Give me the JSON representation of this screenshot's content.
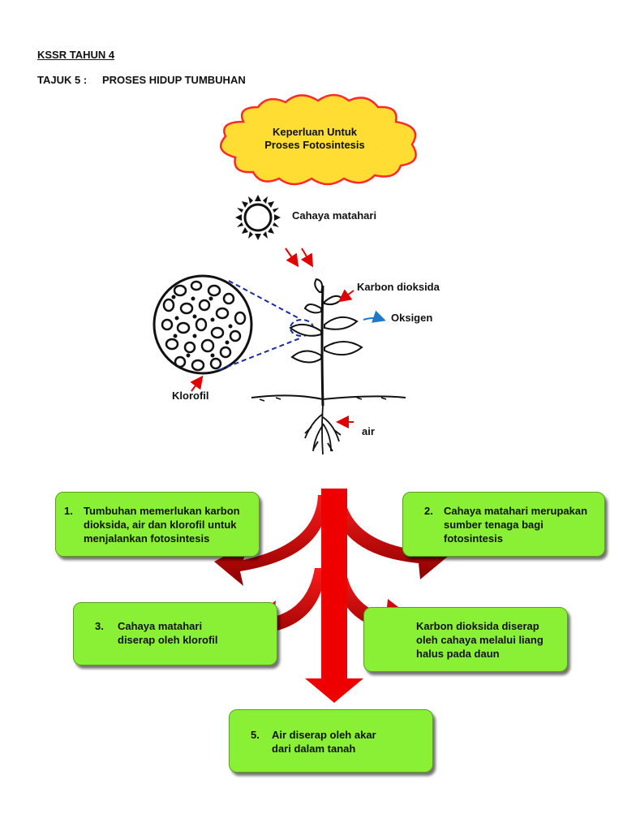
{
  "header": {
    "kssr": "KSSR TAHUN 4",
    "tajuk_label": "TAJUK 5 :",
    "tajuk_title": "PROSES HIDUP TUMBUHAN"
  },
  "cloud": {
    "line1": "Keperluan Untuk",
    "line2": "Proses Fotosintesis"
  },
  "labels": {
    "sun": "Cahaya matahari",
    "co2": "Karbon dioksida",
    "oxygen": "Oksigen",
    "chlorophyll": "Klorofil",
    "water": "air"
  },
  "boxes": [
    {
      "num": "1.",
      "text": "Tumbuhan memerlukan karbon dioksida, air dan klorofil untuk menjalankan fotosintesis"
    },
    {
      "num": "2.",
      "text": "Cahaya matahari merupakan sumber tenaga bagi fotosintesis"
    },
    {
      "num": "3.",
      "text": "Cahaya matahari diserap oleh klorofil"
    },
    {
      "num": "",
      "text": "Karbon dioksida diserap oleh cahaya melalui liang halus pada daun"
    },
    {
      "num": "5.",
      "text": "Air diserap oleh akar dari dalam tanah"
    }
  ],
  "colors": {
    "cloud_fill": "#ffdd33",
    "cloud_stroke": "#ff2a2a",
    "box_fill": "#8af036",
    "arrow_red": "#ee0000",
    "arrow_dark": "#8b0000",
    "oxygen_arrow": "#1f78c8"
  }
}
